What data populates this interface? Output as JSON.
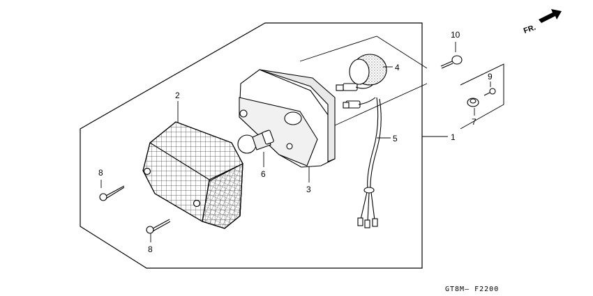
{
  "diagram": {
    "direction_label": "FR.",
    "drawing_code": "GT8M– F2200",
    "callouts": {
      "assembly": "1",
      "lens": "2",
      "base": "3",
      "socket": "4",
      "harness": "5",
      "bulb": "6",
      "collar": "7",
      "screw_lens_a": "8",
      "screw_lens_b": "8",
      "screw_base": "9",
      "bolt": "10"
    }
  }
}
